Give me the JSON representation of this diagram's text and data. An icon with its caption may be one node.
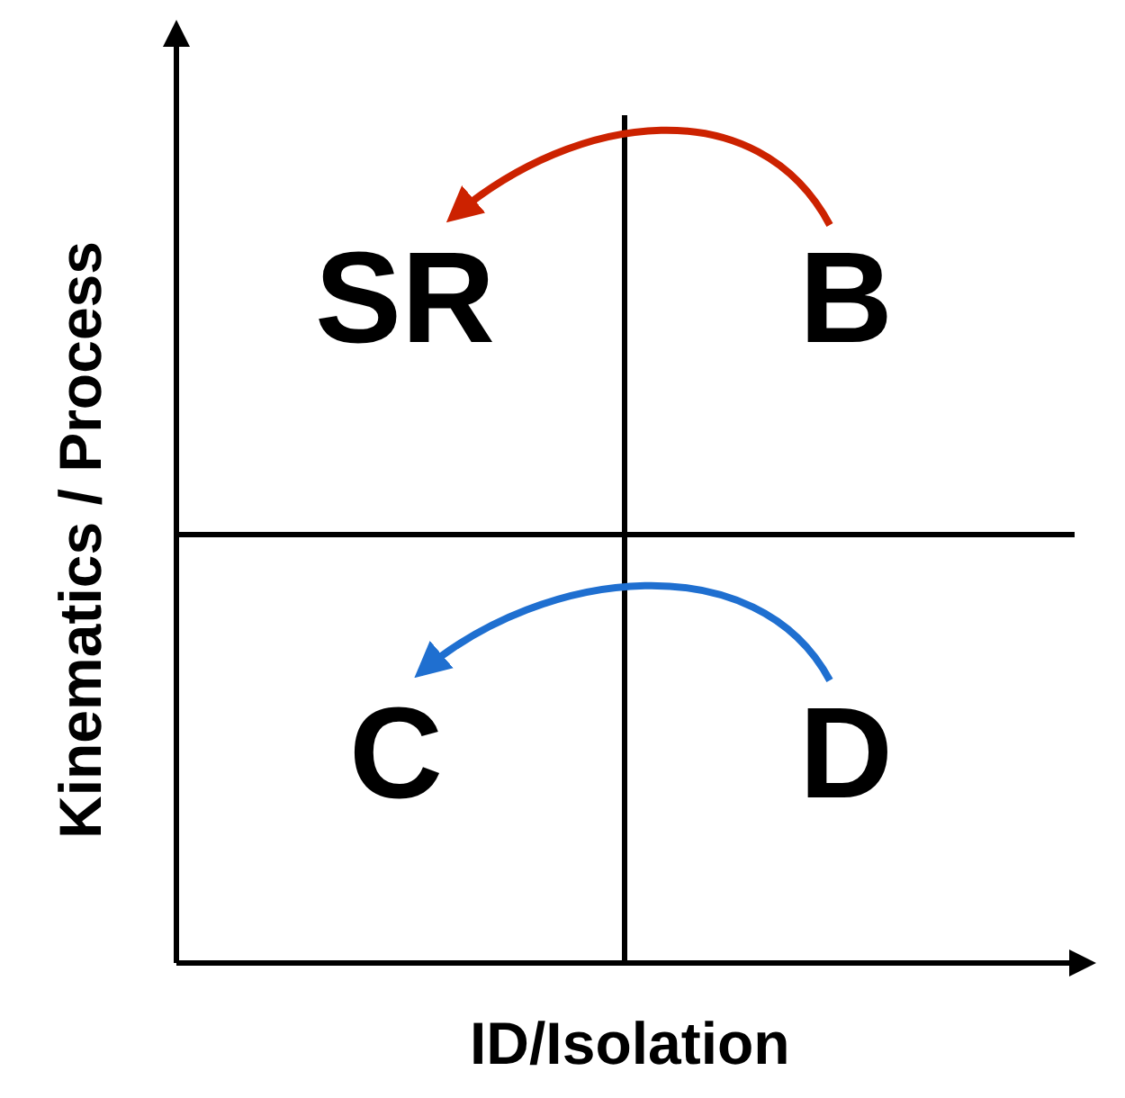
{
  "diagram": {
    "nodes": [
      {
        "text": [
          "SR"
        ]
      },
      {
        "text": [
          "B"
        ]
      },
      {
        "text": [
          "C"
        ]
      },
      {
        "text": [
          "D"
        ]
      }
    ],
    "edges": [
      {
        "from": 1,
        "to": 0,
        "arrow": "to",
        "color": "#cc2200"
      },
      {
        "from": 3,
        "to": 2,
        "arrow": "to",
        "color": "#1f6fd0"
      }
    ],
    "labels": [
      "Kinematics / Process",
      "ID/Isolation"
    ]
  }
}
